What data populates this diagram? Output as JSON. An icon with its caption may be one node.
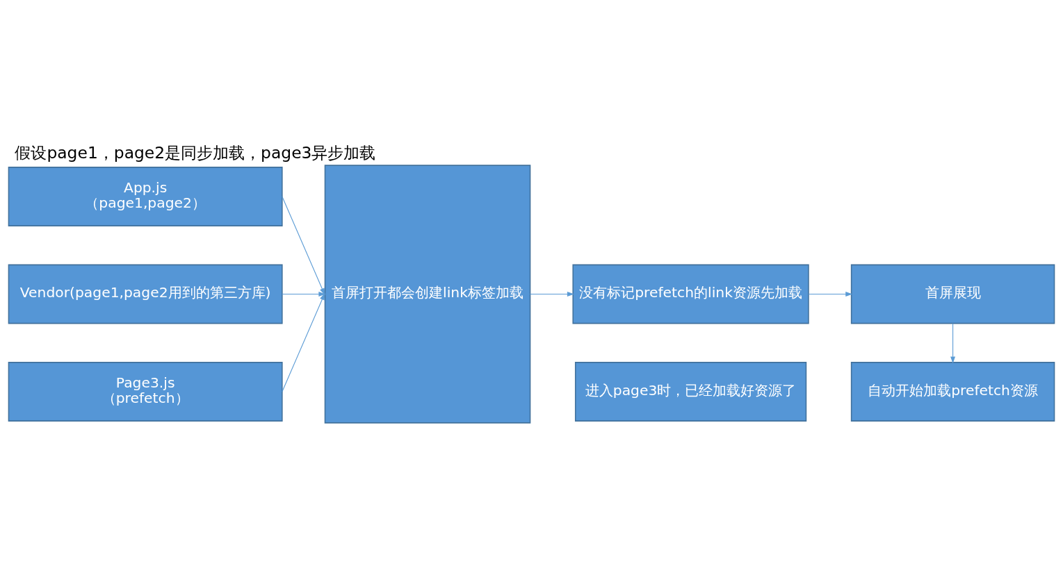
{
  "diagram": {
    "title": "假设page1，page2是同步加载，page3异步加载",
    "nodes": [
      {
        "text": [
          "App.js （page1,page2）"
        ]
      },
      {
        "text": [
          "Vendor(page1,page2用到的第三方库)"
        ]
      },
      {
        "text": [
          "Page3.js （prefetch）"
        ]
      },
      {
        "text": [
          "首屏打开都会创建link标签加载"
        ]
      },
      {
        "text": [
          "没有标记prefetch的link资源先加载"
        ]
      },
      {
        "text": [
          "首屏展现"
        ]
      },
      {
        "text": [
          "进入page3时，已经加载好资源了"
        ]
      },
      {
        "text": [
          "自动开始加载prefetch资源"
        ]
      }
    ],
    "edges": [
      {
        "from": 0,
        "to": 3,
        "arrow": "to"
      },
      {
        "from": 1,
        "to": 3,
        "arrow": "to"
      },
      {
        "from": 2,
        "to": 3,
        "arrow": "to"
      },
      {
        "from": 3,
        "to": 4,
        "arrow": "to"
      },
      {
        "from": 4,
        "to": 5,
        "arrow": "to"
      },
      {
        "from": 5,
        "to": 7,
        "arrow": "to"
      }
    ]
  }
}
